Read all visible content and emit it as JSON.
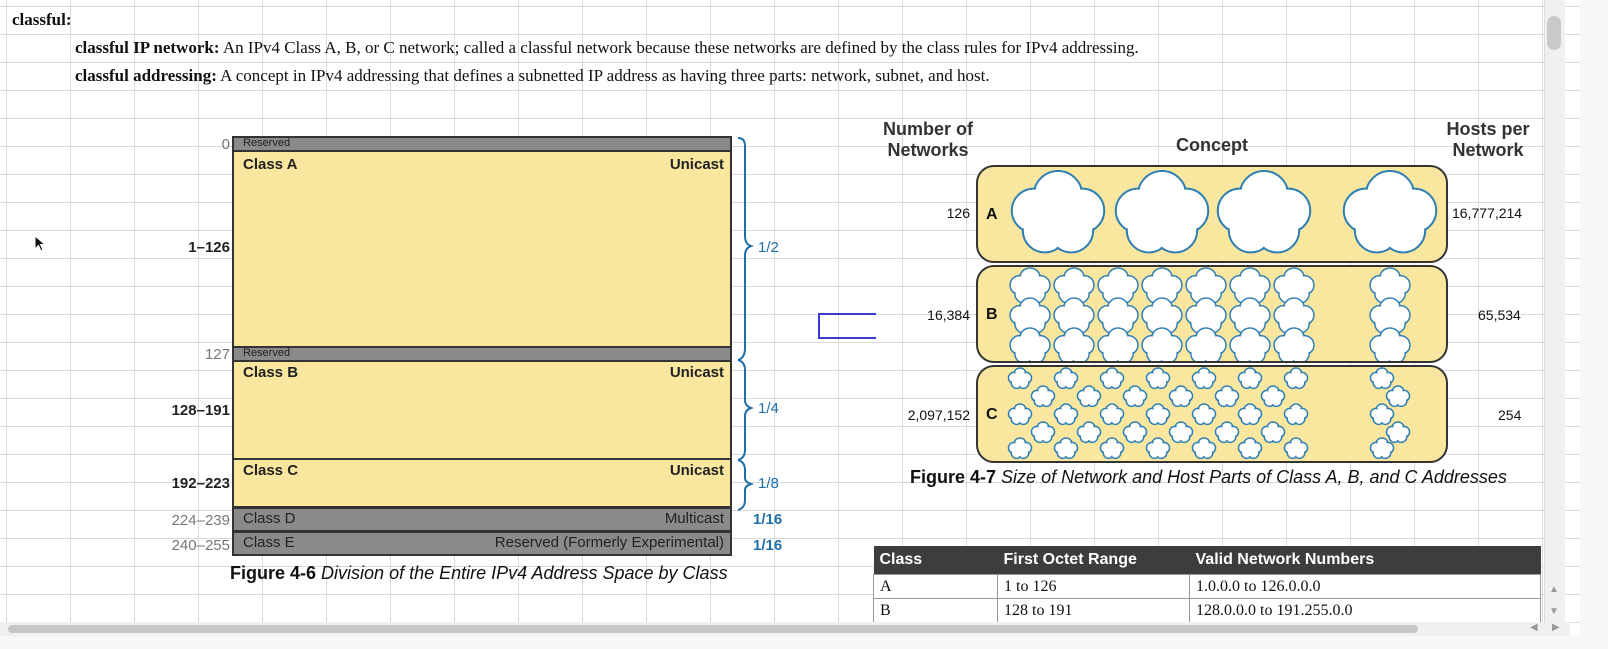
{
  "sheet": {
    "heading": "classful:",
    "definitions": [
      {
        "term": "classful IP network:",
        "text": "An IPv4 Class A, B, or C network; called a classful network because these networks are defined by the class rules for IPv4 addressing."
      },
      {
        "term": "classful addressing:",
        "text": "A concept in IPv4 addressing that defines a subnetted IP address as having three parts: network, subnet, and host."
      }
    ]
  },
  "fig6": {
    "labels": {
      "r0": "0",
      "a": "1–126",
      "r127": "127",
      "b": "128–191",
      "c": "192–223",
      "d": "224–239",
      "e": "240–255"
    },
    "bars": {
      "reserved": "Reserved",
      "a_name": "Class A",
      "a_type": "Unicast",
      "b_name": "Class B",
      "b_type": "Unicast",
      "c_name": "Class C",
      "c_type": "Unicast",
      "d_name": "Class D",
      "d_type": "Multicast",
      "e_name": "Class E",
      "e_type": "Reserved (Formerly Experimental)"
    },
    "fractions": {
      "a": "1/2",
      "b": "1/4",
      "c": "1/8",
      "d": "1/16",
      "e": "1/16"
    },
    "caption_num": "Figure 4-6",
    "caption_text": "Division of the Entire IPv4 Address Space by Class"
  },
  "fig7": {
    "hdr_left": [
      "Number of",
      "Networks"
    ],
    "hdr_mid": "Concept",
    "hdr_right": [
      "Hosts per",
      "Network"
    ],
    "rows": [
      {
        "cls": "A",
        "networks": "126",
        "hosts": "16,777,214"
      },
      {
        "cls": "B",
        "networks": "16,384",
        "hosts": "65,534"
      },
      {
        "cls": "C",
        "networks": "2,097,152",
        "hosts": "254"
      }
    ],
    "caption_num": "Figure 4-7",
    "caption_text": "Size of Network and Host Parts of Class A, B, and C Addresses"
  },
  "table": {
    "headers": [
      "Class",
      "First Octet Range",
      "Valid Network Numbers"
    ],
    "rows": [
      [
        "A",
        "1 to 126",
        "1.0.0.0 to 126.0.0.0"
      ],
      [
        "B",
        "128 to 191",
        "128.0.0.0 to 191.255.0.0"
      ]
    ]
  },
  "colors": {
    "accent_blue": "#1f6fa8",
    "fill_yellow": "#f9e79f",
    "bar_gray": "#8a8a8a",
    "cloud_stroke": "#2f7fb5"
  }
}
